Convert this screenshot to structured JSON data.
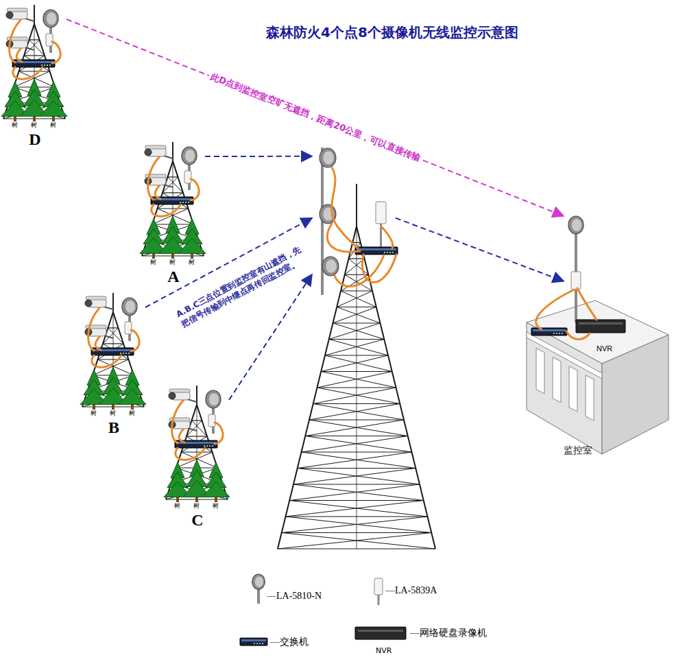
{
  "diagram": {
    "title": "森林防火4个点8个摄像机无线监控示意图",
    "nodes": [
      {
        "text": [
          "D"
        ]
      },
      {
        "text": [
          "A"
        ]
      },
      {
        "text": [
          "B"
        ]
      },
      {
        "text": [
          "C"
        ]
      },
      {
        "text": []
      },
      {
        "text": [
          "NVR",
          "监控室"
        ]
      }
    ],
    "edges": [
      {
        "from": 0,
        "to": 5,
        "arrow": "to",
        "label": "此D点到监控室空旷无遮挡，距离20公里，可以直接传输"
      },
      {
        "from": 1,
        "to": 4,
        "arrow": "to"
      },
      {
        "from": 2,
        "to": 4,
        "arrow": "to",
        "label": "A.B.C三点位置到监控室有山遮挡，先把信号传输到中继点再传回监控室。"
      },
      {
        "from": 3,
        "to": 4,
        "arrow": "to"
      },
      {
        "from": 4,
        "to": 5,
        "arrow": "to"
      }
    ],
    "labels": [
      "树",
      "树",
      "树",
      "树",
      "树",
      "树",
      "树",
      "树",
      "树",
      "树",
      "树",
      "树",
      "NVR"
    ],
    "legend": [
      {
        "text": "—LA-5810-N"
      },
      {
        "text": "—LA-5839A"
      },
      {
        "text": "—交换机"
      },
      {
        "text": "—网络硬盘录像机"
      }
    ]
  }
}
